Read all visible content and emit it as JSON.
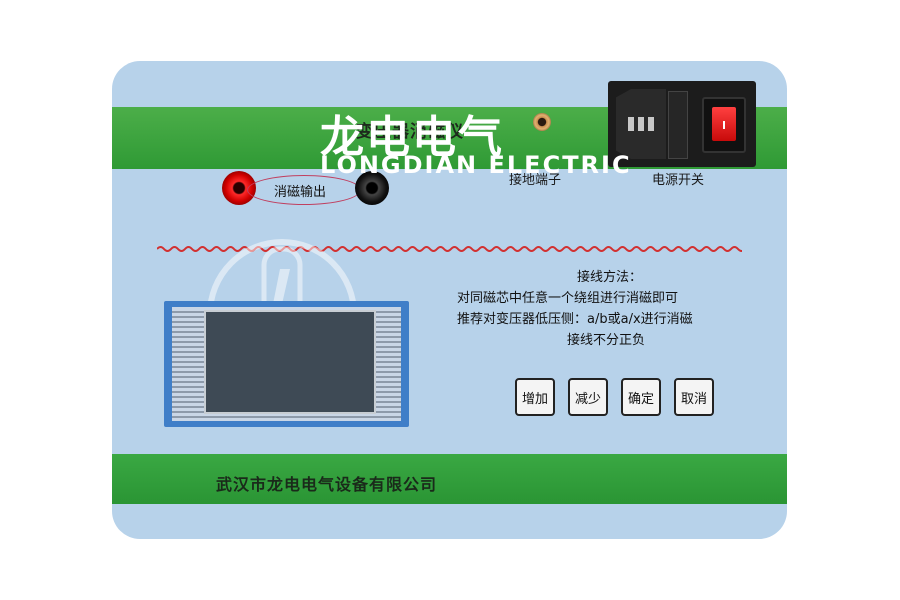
{
  "panel": {
    "title": "变压器消磁仪",
    "ground_terminal_label": "接地端子",
    "power_switch_label": "电源开关",
    "output_label": "消磁输出",
    "company": "武汉市龙电电气设备有限公司"
  },
  "instructions": {
    "title": "接线方法：",
    "line1": "对同磁芯中任意一个绕组进行消磁即可",
    "line2": "推荐对变压器低压侧：a/b或a/x进行消磁",
    "line3": "接线不分正负"
  },
  "buttons": [
    "增加",
    "减少",
    "确定",
    "取消"
  ],
  "watermark": {
    "text": "龙电电气",
    "sub": "LONGDIAN ELECTRIC"
  },
  "colors": {
    "panel": "#b7d2ea",
    "band_green": "#3aa843",
    "terminal_red": "#d10000",
    "screen_frame": "#3f7ec8"
  }
}
